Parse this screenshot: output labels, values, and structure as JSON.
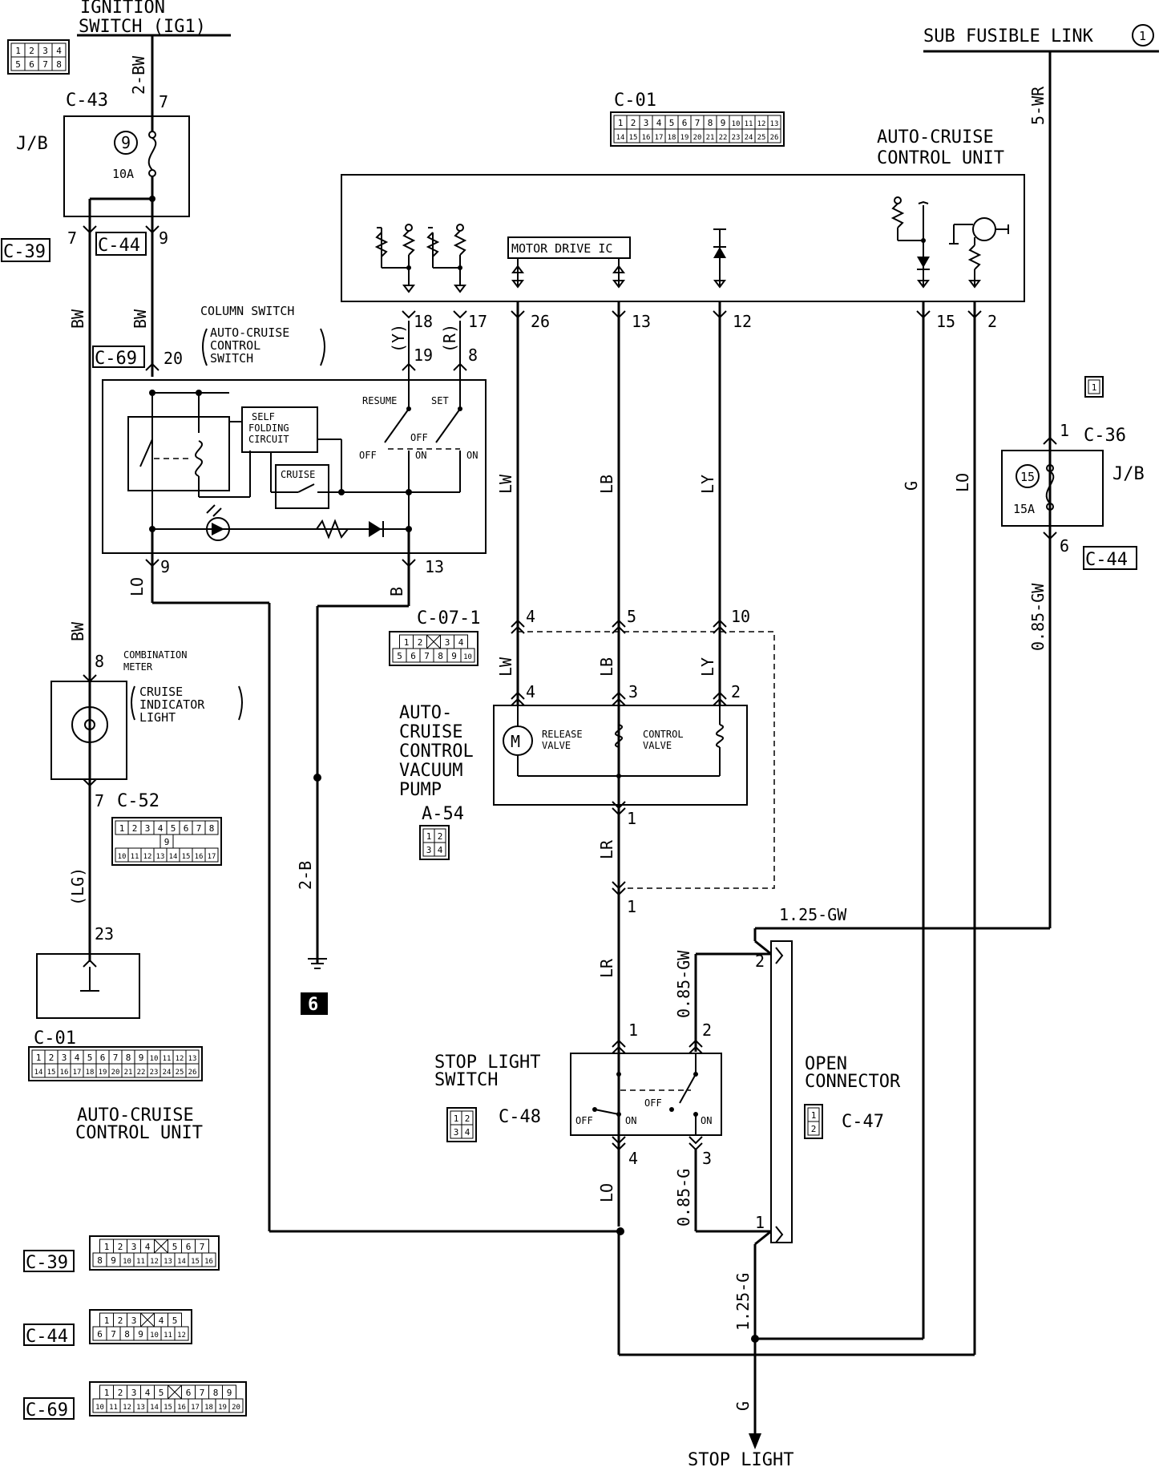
{
  "sources": {
    "ignition": [
      "IGNITION",
      "SWITCH (IG1)"
    ],
    "sub_fusible_link": "SUB FUSIBLE LINK",
    "sub_fusible_link_num": "1"
  },
  "fuses": {
    "left": {
      "num": "9",
      "rating": "10A",
      "jb": "J/B",
      "connector": "C-43",
      "pin_in": "7",
      "pin_out_a": "7",
      "pin_out_b": "9"
    },
    "right": {
      "num": "15",
      "rating": "15A",
      "jb": "J/B",
      "connector": "C-36",
      "pin_in": "1",
      "pin_out": "6"
    }
  },
  "connectors": {
    "c01": "C-01",
    "c39": "C-39",
    "c44": "C-44",
    "c69": "C-69",
    "c07": "C-07-1",
    "c52": "C-52",
    "a54": "A-54",
    "c48": "C-48",
    "c47": "C-47"
  },
  "components": {
    "acu": [
      "AUTO-CRUISE",
      "CONTROL UNIT"
    ],
    "motor_drive_ic": "MOTOR DRIVE IC",
    "column_switch": [
      "COLUMN SWITCH",
      "AUTO-CRUISE",
      "CONTROL",
      "SWITCH"
    ],
    "self_folding": [
      "SELF",
      "FOLDING",
      "CIRCUIT"
    ],
    "cruise": "CRUISE",
    "resume": "RESUME",
    "set": "SET",
    "off": "OFF",
    "on": "ON",
    "combination_meter": [
      "COMBINATION",
      "METER"
    ],
    "cruise_indicator": [
      "CRUISE",
      "INDICATOR",
      "LIGHT"
    ],
    "vacuum_pump": [
      "AUTO-",
      "CRUISE",
      "CONTROL",
      "VACUUM",
      "PUMP"
    ],
    "release_valve": [
      "RELEASE",
      "VALVE"
    ],
    "control_valve": [
      "CONTROL",
      "VALVE"
    ],
    "stop_light_switch": [
      "STOP LIGHT",
      "SWITCH"
    ],
    "open_connector": [
      "OPEN",
      "CONNECTOR"
    ],
    "stop_light": "STOP LIGHT",
    "acu_bottom": [
      "AUTO-CRUISE",
      "CONTROL UNIT"
    ],
    "ground_num": "6"
  },
  "wires": {
    "w_2bw": "2-BW",
    "w_bw": "BW",
    "w_lg": "(LG)",
    "w_lo": "LO",
    "w_b": "B",
    "w_2b": "2-B",
    "w_lw": "LW",
    "w_lb": "LB",
    "w_ly": "LY",
    "w_lr": "LR",
    "w_g": "G",
    "w_5wr": "5-WR",
    "w_085gw": "0.85-GW",
    "w_125gw": "1.25-GW",
    "w_085g": "0.85-G",
    "w_125g": "1.25-G",
    "w_y": "(Y)",
    "w_r": "(R)"
  },
  "pins": {
    "p20": "20",
    "p9": "9",
    "p13": "13",
    "p18": "18",
    "p19": "19",
    "p17": "17",
    "p8": "8",
    "p26": "26",
    "p13b": "13",
    "p12": "12",
    "p15": "15",
    "p2": "2",
    "p4": "4",
    "p5": "5",
    "p10": "10",
    "p4b": "4",
    "p3": "3",
    "p2b": "2",
    "p1": "1",
    "p1b": "1",
    "p8m": "8",
    "p7m": "7",
    "p23": "23",
    "s1": "1",
    "s2": "2",
    "s4": "4",
    "s3": "3",
    "oc2": "2",
    "oc1": "1"
  },
  "conn_faces": {
    "ign": [
      [
        "1",
        "2",
        "3",
        "4"
      ],
      [
        "5",
        "6",
        "7",
        "8"
      ]
    ],
    "c01": [
      [
        "1",
        "2",
        "3",
        "4",
        "5",
        "6",
        "7",
        "8",
        "9",
        "10",
        "11",
        "12",
        "13"
      ],
      [
        "14",
        "15",
        "16",
        "17",
        "18",
        "19",
        "20",
        "21",
        "22",
        "23",
        "24",
        "25",
        "26"
      ]
    ],
    "c07": [
      [
        "1",
        "2",
        "",
        "3",
        "4"
      ],
      [
        "5",
        "6",
        "7",
        "8",
        "9",
        "10"
      ]
    ],
    "c52": [
      [
        "1",
        "2",
        "3",
        "4",
        "5",
        "6",
        "7",
        "8"
      ],
      [
        "9"
      ],
      [
        "10",
        "11",
        "12",
        "13",
        "14",
        "15",
        "16",
        "17"
      ]
    ],
    "a54": [
      [
        "1",
        "2"
      ],
      [
        "3",
        "4"
      ]
    ],
    "c48": [
      [
        "1",
        "2"
      ],
      [
        "3",
        "4"
      ]
    ],
    "c47": [
      [
        "1"
      ],
      [
        "2"
      ]
    ],
    "c36": [
      [
        "1"
      ]
    ],
    "c39": [
      [
        "1",
        "2",
        "3",
        "4",
        "",
        "5",
        "6",
        "7"
      ],
      [
        "8",
        "9",
        "10",
        "11",
        "12",
        "13",
        "14",
        "15",
        "16"
      ]
    ],
    "c44": [
      [
        "1",
        "2",
        "3",
        "",
        "4",
        "5"
      ],
      [
        "6",
        "7",
        "8",
        "9",
        "10",
        "11",
        "12"
      ]
    ],
    "c69": [
      [
        "1",
        "2",
        "3",
        "4",
        "5",
        "",
        "6",
        "7",
        "8",
        "9"
      ],
      [
        "10",
        "11",
        "12",
        "13",
        "14",
        "15",
        "16",
        "17",
        "18",
        "19",
        "20"
      ]
    ]
  }
}
